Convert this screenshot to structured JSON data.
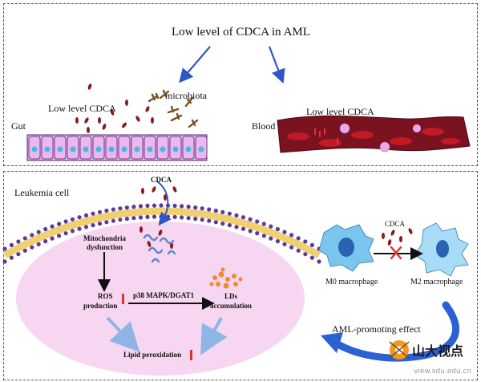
{
  "top": {
    "title": "Low level of CDCA in AML",
    "gut_label": "Gut",
    "gut_cdca_label": "Low level CDCA",
    "microbiota_label": "microbiota",
    "blood_label": "Blood",
    "blood_cdca_label": "Low level CDCA"
  },
  "bottom": {
    "cell_label": "Leukemia cell",
    "cdca_label": "CDCA",
    "mito_label_1": "Mitochondria",
    "mito_label_2": "dysfunction",
    "ros_label_1": "ROS",
    "ros_label_2": "production",
    "pathway_label": "p38 MAPK/DGAT1",
    "lds_label_1": "LDs",
    "lds_label_2": "accumulation",
    "lipid_label": "Lipid peroxidation",
    "mac_cdca_label": "CDCA",
    "m0_label": "M0 macrophage",
    "m2_label": "M2 macrophage",
    "effect_label": "AML-promoting effect"
  },
  "watermark": {
    "text": "山大视点",
    "url": "view.sdu.edu.cn"
  },
  "colors": {
    "arrow_blue": "#2f56c6",
    "blood_red": "#7a1220",
    "membrane_purple": "#5a3aa0",
    "nucleus_pink": "#f6d6f0",
    "macrophage_blue": "#7ac6ee",
    "increase_red": "#e0302a"
  }
}
